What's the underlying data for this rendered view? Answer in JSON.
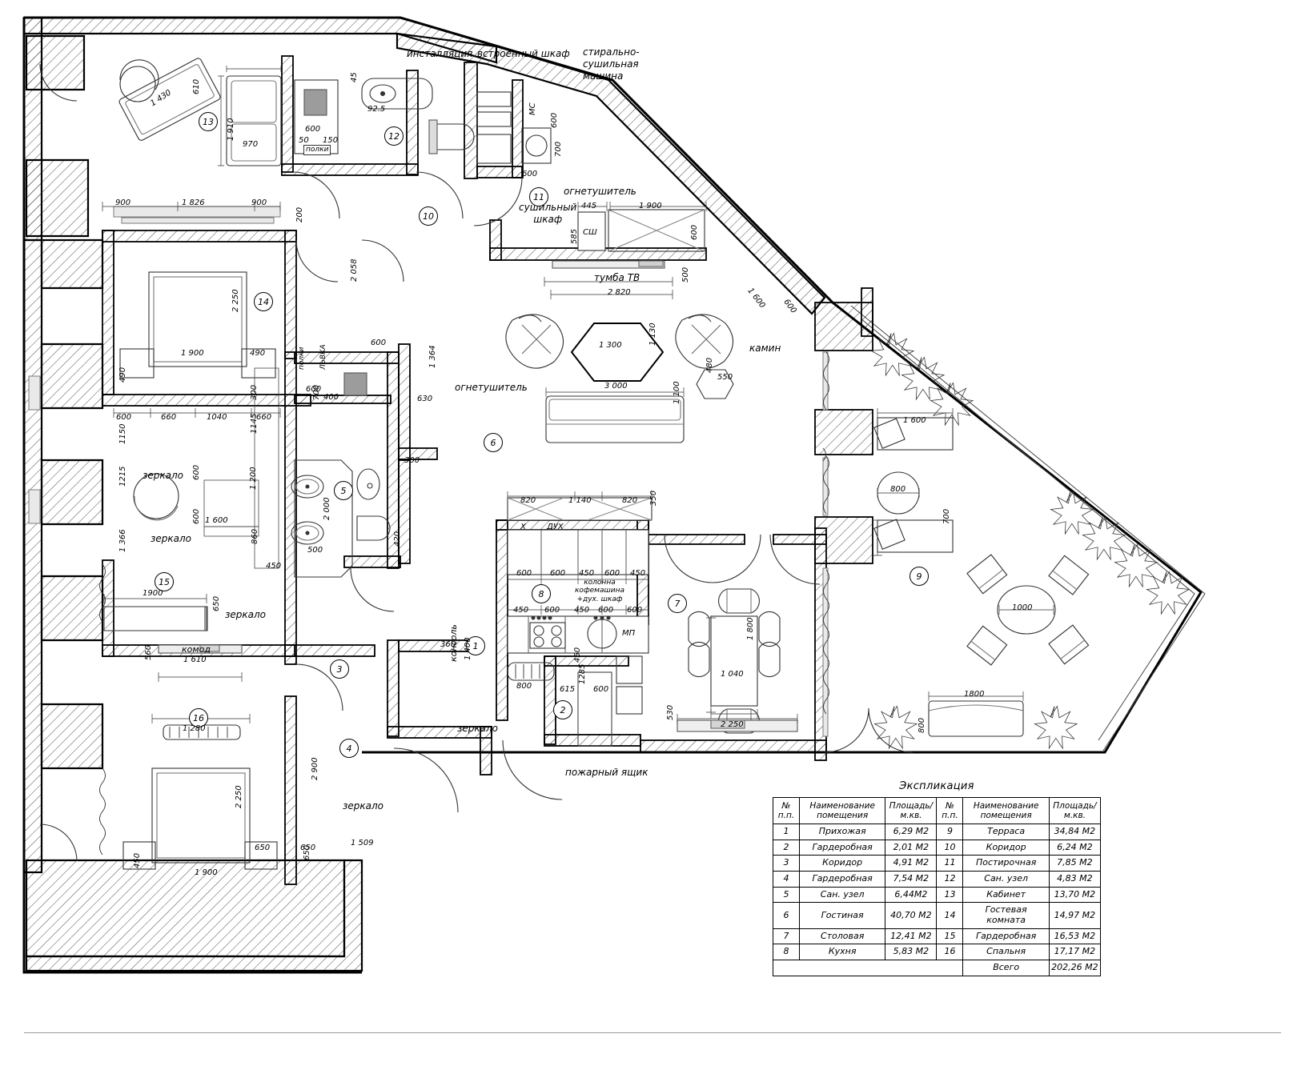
{
  "document": {
    "type": "architectural-floor-plan",
    "language": "ru"
  },
  "explication": {
    "title": "Экспликация",
    "headers": {
      "num": "№ п.п.",
      "name_line1": "Наименование",
      "name_line2": "помещения",
      "area_line1": "Площадь/",
      "area_line2": "м.кв."
    },
    "rows": [
      {
        "num": "1",
        "name": "Прихожая",
        "area": "6,29 М2",
        "num2": "9",
        "name2": "Терраса",
        "area2": "34,84 М2"
      },
      {
        "num": "2",
        "name": "Гардеробная",
        "area": "2,01 М2",
        "num2": "10",
        "name2": "Коридор",
        "area2": "6,24 М2"
      },
      {
        "num": "3",
        "name": "Коридор",
        "area": "4,91 М2",
        "num2": "11",
        "name2": "Постирочная",
        "area2": "7,85 М2"
      },
      {
        "num": "4",
        "name": "Гардеробная",
        "area": "7,54 М2",
        "num2": "12",
        "name2": "Сан. узел",
        "area2": "4,83 М2"
      },
      {
        "num": "5",
        "name": "Сан. узел",
        "area": "6,44М2",
        "num2": "13",
        "name2": "Кабинет",
        "area2": "13,70 М2"
      },
      {
        "num": "6",
        "name": "Гостиная",
        "area": "40,70 М2",
        "num2": "14",
        "name2": "Гостевая комната",
        "area2": "14,97 М2"
      },
      {
        "num": "7",
        "name": "Столовая",
        "area": "12,41 М2",
        "num2": "15",
        "name2": "Гардеробная",
        "area2": "16,53 М2"
      },
      {
        "num": "8",
        "name": "Кухня",
        "area": "5,83 М2",
        "num2": "16",
        "name2": "Спальня",
        "area2": "17,17 М2"
      }
    ],
    "total": {
      "label": "Всего",
      "value": "202,26 М2"
    }
  },
  "annotations": {
    "installation": "инсталляция",
    "builtin_wardrobe": "встроенный шкаф",
    "washer_dryer": "стирально-\nсушильная\nмашина",
    "fire_extinguisher_top": "огнетушитель",
    "fire_extinguisher_mid": "огнетушитель",
    "drying_cabinet": "сушильный\nшкаф",
    "tv_stand": "тумба ТВ",
    "fireplace": "камин",
    "mirror_1": "зеркало",
    "mirror_2": "зеркало",
    "mirror_3": "зеркало",
    "mirror_4": "зеркало",
    "mirror_5": "зеркало",
    "dresser": "комод",
    "console": "консоль",
    "fire_box": "пожарный ящик",
    "coffee_column": "колонна\nкофемашина\n+дух. шкаф",
    "shelves_1": "полки",
    "shelves_2": "полки",
    "niche": "ЛЬВКА"
  },
  "appliance_labels": {
    "fridge": "Х",
    "oven": "ДУХ",
    "microwave": "МП",
    "washer": "МС",
    "drying_cabinet_abbr": "СШ"
  },
  "room_markers": [
    {
      "id": "1"
    },
    {
      "id": "2"
    },
    {
      "id": "3"
    },
    {
      "id": "4"
    },
    {
      "id": "5"
    },
    {
      "id": "6"
    },
    {
      "id": "7"
    },
    {
      "id": "8"
    },
    {
      "id": "9"
    },
    {
      "id": "10"
    },
    {
      "id": "11"
    },
    {
      "id": "12"
    },
    {
      "id": "13"
    },
    {
      "id": "14"
    },
    {
      "id": "15"
    },
    {
      "id": "16"
    }
  ],
  "dimensions": {
    "study": [
      "610",
      "1 430",
      "1 910",
      "970",
      "900",
      "1 826",
      "900",
      "200"
    ],
    "bath12": [
      "45",
      "92.5",
      "600",
      "50",
      "150"
    ],
    "laundry": [
      "445",
      "1 900",
      "585",
      "600",
      "500",
      "2 820",
      "600",
      "700",
      "600"
    ],
    "living": [
      "1 300",
      "1 130",
      "3 000",
      "1 100",
      "480",
      "550",
      "1 600",
      "600"
    ],
    "guest14": [
      "2 250",
      "1 900",
      "490",
      "490",
      "2 058",
      "600",
      "600"
    ],
    "wardrobe15": [
      "600",
      "660",
      "1040",
      "660",
      "1150",
      "1215",
      "1 366",
      "1145",
      "300",
      "600",
      "600",
      "1 200",
      "1 600",
      "860",
      "450",
      "1900",
      "560",
      "1 610",
      "650"
    ],
    "bath5": [
      "400",
      "700",
      "2 000",
      "500",
      "420",
      "300",
      "1 364",
      "630"
    ],
    "kitchen": [
      "820",
      "1 140",
      "820",
      "350",
      "600",
      "600",
      "450",
      "600",
      "450",
      "450",
      "600",
      "450",
      "600",
      "600",
      "800",
      "615",
      "1285",
      "450"
    ],
    "dining": [
      "1 800",
      "1 040",
      "2 250",
      "530"
    ],
    "terrace": [
      "1 600",
      "800",
      "700",
      "1000",
      "1800",
      "800"
    ],
    "hall": [
      "360",
      "1 400"
    ],
    "bedroom16": [
      "1 280",
      "2 250",
      "1 900",
      "650",
      "650",
      "650",
      "2 900",
      "1 509",
      "450"
    ]
  },
  "colors": {
    "ink": "#000000",
    "hatch": "#1a1a1a",
    "furniture_line": "#555555",
    "light_gray": "#bdbdbd",
    "mid_gray": "#8c8c8c"
  }
}
